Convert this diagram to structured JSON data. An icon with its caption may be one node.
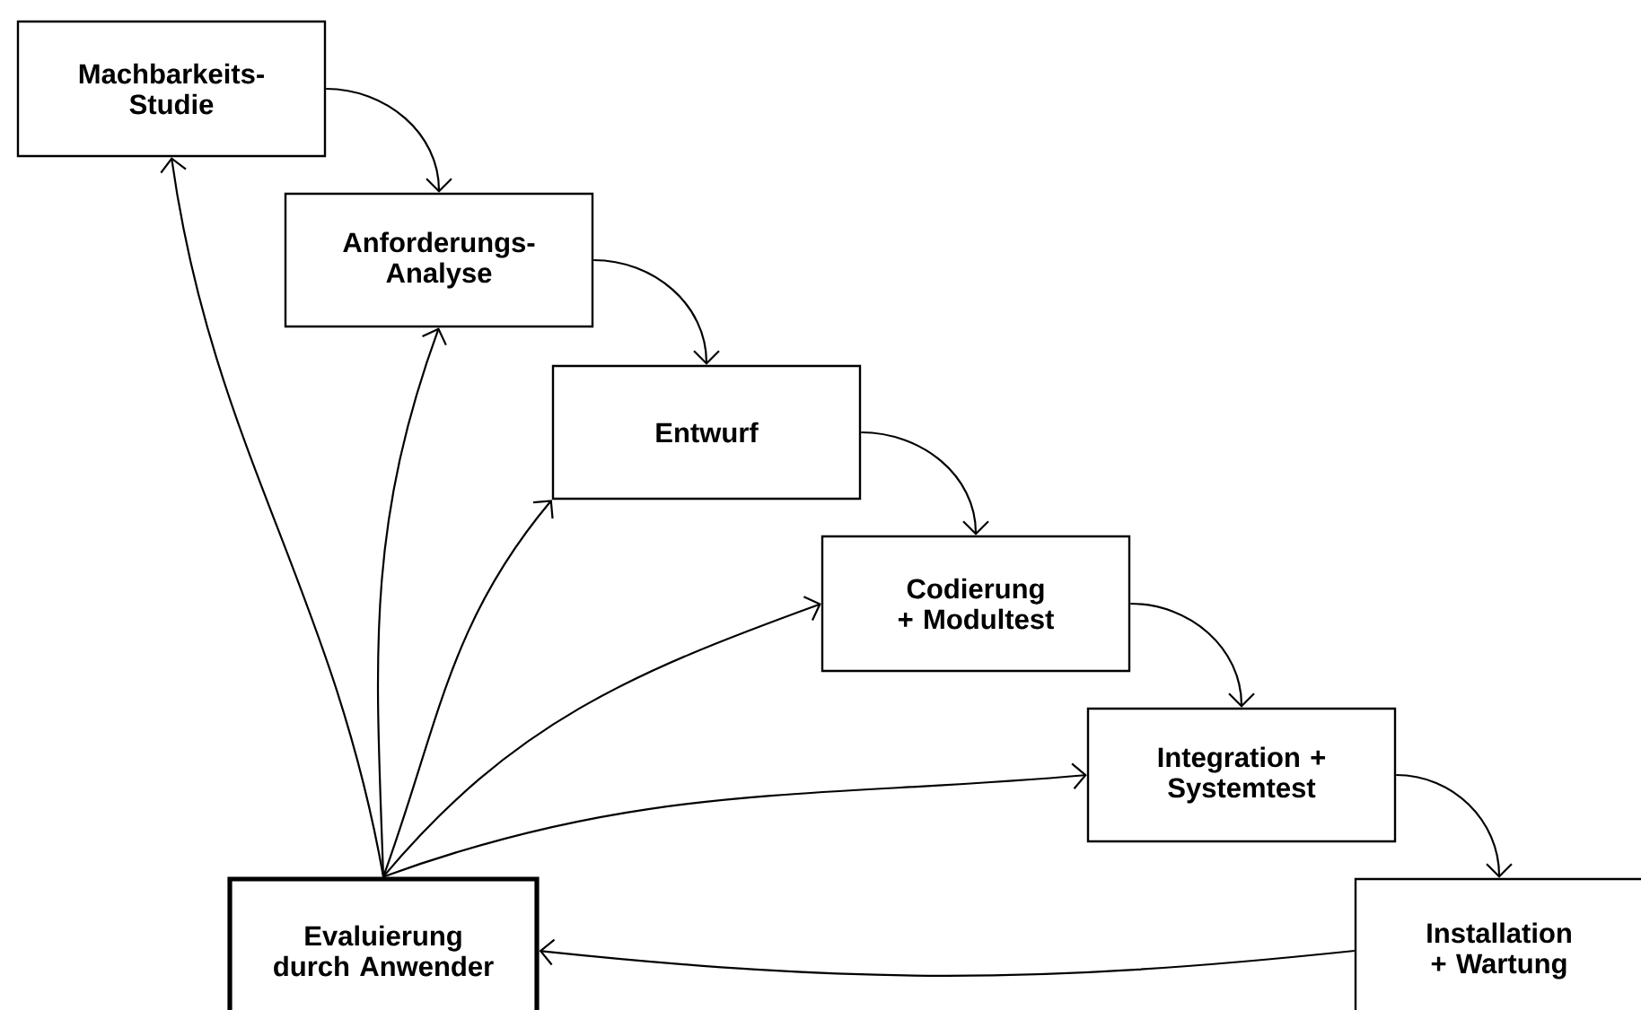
{
  "diagram": {
    "nodes": [
      {
        "text": [
          "Machbarkeits- Studie"
        ]
      },
      {
        "text": [
          "Anforderungs- Analyse"
        ]
      },
      {
        "text": [
          "Entwurf"
        ]
      },
      {
        "text": [
          "Codierung + Modultest"
        ]
      },
      {
        "text": [
          "Integration + Systemtest"
        ]
      },
      {
        "text": [
          "Installation + Wartung"
        ]
      },
      {
        "text": [
          "Evaluierung durch Anwender"
        ]
      }
    ],
    "edges": [
      {
        "from": 0,
        "to": 1,
        "arrow": "to"
      },
      {
        "from": 1,
        "to": 2,
        "arrow": "to"
      },
      {
        "from": 2,
        "to": 3,
        "arrow": "to"
      },
      {
        "from": 3,
        "to": 4,
        "arrow": "to"
      },
      {
        "from": 4,
        "to": 5,
        "arrow": "to"
      },
      {
        "from": 5,
        "to": 6,
        "arrow": "to"
      },
      {
        "from": 6,
        "to": 0,
        "arrow": "to"
      },
      {
        "from": 6,
        "to": 1,
        "arrow": "to"
      },
      {
        "from": 6,
        "to": 2,
        "arrow": "to"
      },
      {
        "from": 6,
        "to": 3,
        "arrow": "to"
      },
      {
        "from": 6,
        "to": 4,
        "arrow": "to"
      }
    ]
  }
}
